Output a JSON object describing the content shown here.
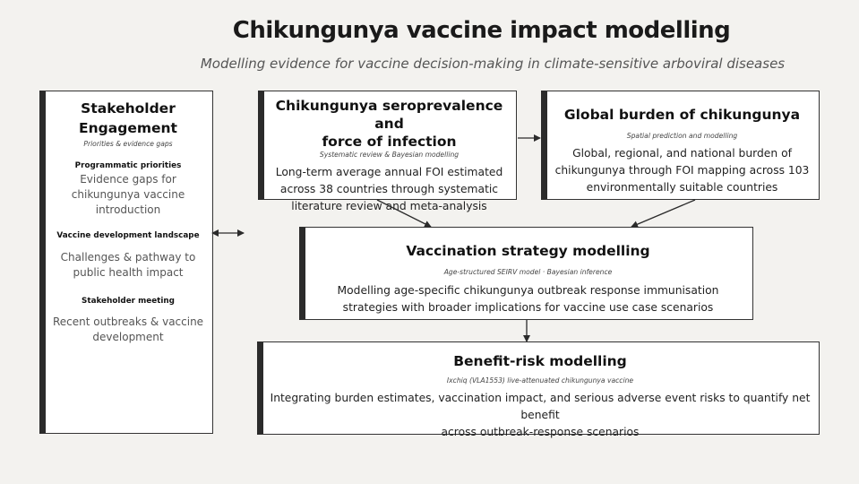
{
  "header": {
    "title": "Chikungunya vaccine impact modelling",
    "subtitle": "Modelling evidence for vaccine decision-making in climate-sensitive arboviral diseases"
  },
  "stakeholder": {
    "title_line1": "Stakeholder",
    "title_line2": "Engagement",
    "subtitle": "Priorities & evidence gaps",
    "sections": [
      {
        "heading": "Programmatic priorities",
        "text": [
          "Evidence gaps for",
          "chikungunya vaccine",
          "introduction"
        ]
      },
      {
        "heading": "Vaccine development landscape",
        "text": [
          "Challenges & pathway to",
          "public health impact"
        ]
      },
      {
        "heading": "Stakeholder meeting",
        "text": [
          "Recent outbreaks & vaccine",
          "development"
        ]
      }
    ]
  },
  "seroprevalence": {
    "title_line1": "Chikungunya seroprevalence and",
    "title_line2": "force of infection",
    "subtitle": "Systematic review & Bayesian modelling",
    "body": [
      "Long-term average annual FOI estimated",
      "across 38 countries through systematic",
      "literature review and meta-analysis"
    ]
  },
  "global_burden": {
    "title": "Global burden of chikungunya",
    "subtitle": "Spatial prediction and modelling",
    "body": [
      "Global, regional, and national burden of",
      "chikungunya through FOI mapping across 103",
      "environmentally suitable countries"
    ]
  },
  "vaccination": {
    "title": "Vaccination strategy modelling",
    "subtitle": "Age-structured SEIRV model · Bayesian inference",
    "body": [
      "Modelling age-specific chikungunya outbreak response immunisation",
      "strategies with broader implications for vaccine use case scenarios"
    ]
  },
  "benefit_risk": {
    "title": "Benefit-risk modelling",
    "subtitle": "Ixchiq (VLA1553) live-attenuated chikungunya vaccine",
    "body": [
      "Integrating burden estimates, vaccination impact, and serious adverse event risks to quantify net benefit",
      "across outbreak-response scenarios"
    ]
  },
  "colors": {
    "background": "#f3f2ef",
    "box_fill": "#ffffff",
    "accent_bar": "#2b2b2b",
    "arrow": "#2b2b2b"
  }
}
